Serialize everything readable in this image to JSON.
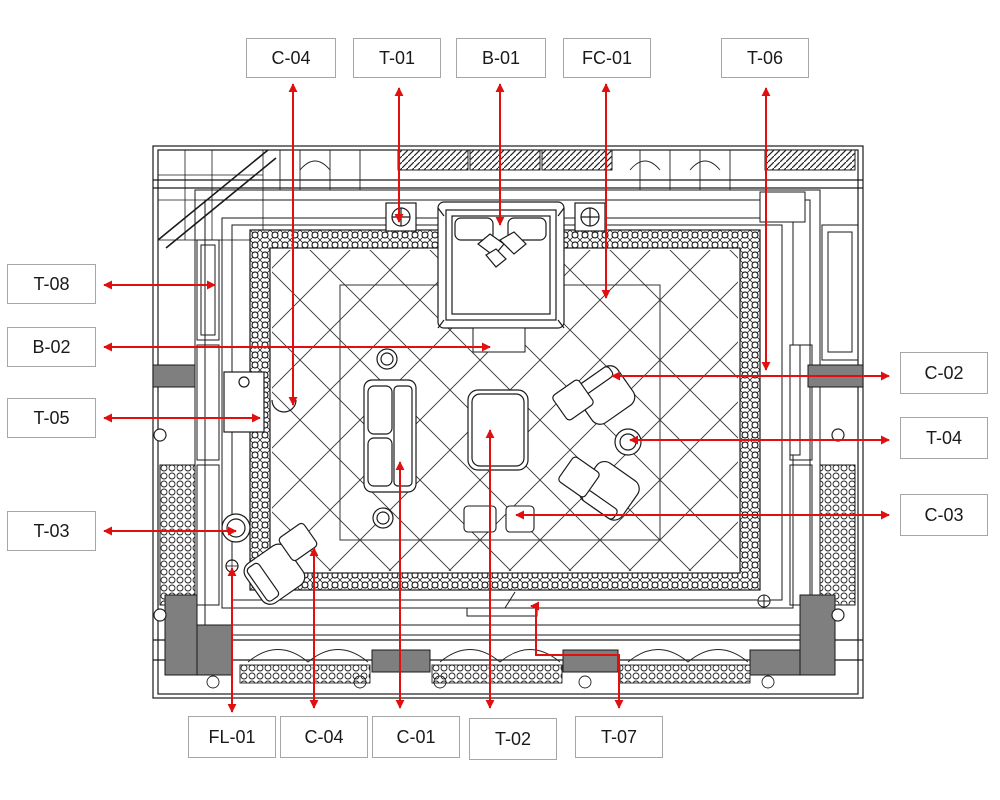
{
  "labels": {
    "c04_top": "C-04",
    "t01": "T-01",
    "b01": "B-01",
    "fc01": "FC-01",
    "t06": "T-06",
    "t08": "T-08",
    "b02": "B-02",
    "t05": "T-05",
    "t03": "T-03",
    "c02": "C-02",
    "t04": "T-04",
    "c03": "C-03",
    "fl01": "FL-01",
    "c04_bottom": "C-04",
    "c01": "C-01",
    "t02": "T-02",
    "t07": "T-07"
  },
  "colors": {
    "callout": "#e01010",
    "linework": "#1a1a1a",
    "wall_fill": "#7f7f7f",
    "tag_border": "#a6a6a6"
  }
}
